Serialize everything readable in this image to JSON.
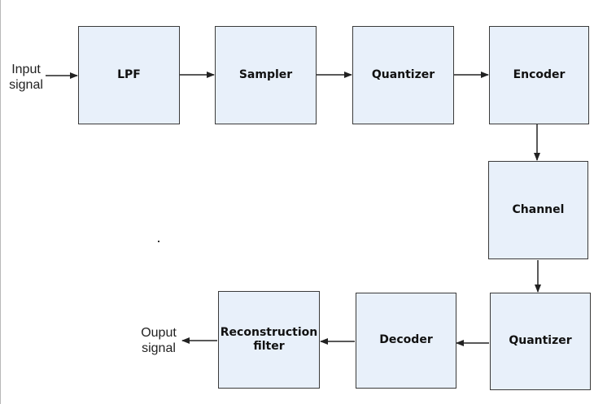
{
  "blocks": {
    "lpf": "LPF",
    "sampler": "Sampler",
    "quantizer_tx": "Quantizer",
    "encoder": "Encoder",
    "channel": "Channel",
    "quantizer_rx": "Quantizer",
    "decoder": "Decoder",
    "reconstruction_filter": [
      "Reconstruction",
      "filter"
    ]
  },
  "input_label": [
    "Input",
    "signal"
  ],
  "output_label": [
    "Ouput",
    "signal"
  ],
  "colors": {
    "block_fill": "#e8f0fa",
    "block_border": "#3a3a3a",
    "arrow": "#222222"
  }
}
